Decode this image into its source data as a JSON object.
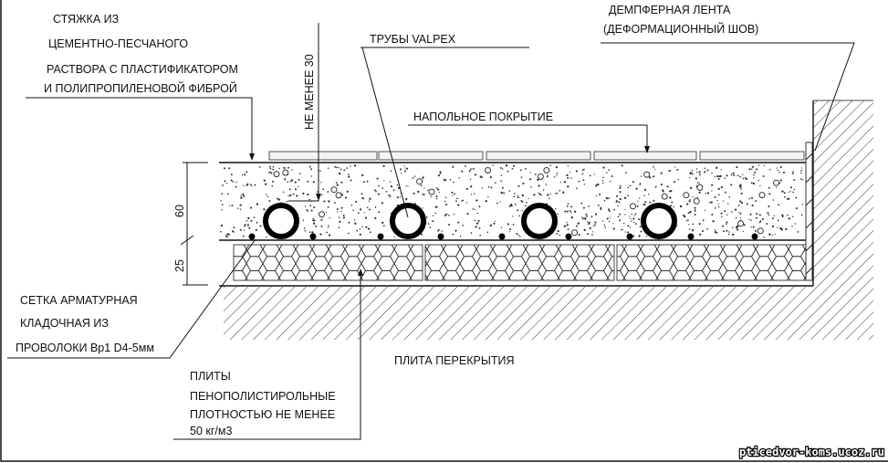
{
  "labels": {
    "screed": [
      "СТЯЖКА ИЗ",
      "ЦЕМЕНТНО-ПЕСЧАНОГО",
      "РАСТВОРА С ПЛАСТИФИКАТОРОМ",
      "И ПОЛИПРОПИЛЕНОВОЙ ФИБРОЙ"
    ],
    "min_thickness": "НЕ МЕНЕЕ 30",
    "pipes": "ТРУБЫ VALPEX",
    "damper": [
      "ДЕМПФЕРНАЯ ЛЕНТА",
      "(ДЕФОРМАЦИОННЫЙ ШОВ)"
    ],
    "flooring": "НАПОЛЬНОЕ ПОКРЫТИЕ",
    "mesh": [
      "СЕТКА АРМАТУРНАЯ",
      "КЛАДОЧНАЯ ИЗ",
      "ПРОВОЛОКИ Вр1 D4-5мм"
    ],
    "slab": "ПЛИТА ПЕРЕКРЫТИЯ",
    "foam": [
      "ПЛИТЫ",
      "ПЕНОПОЛИСТИРОЛЬНЫЕ",
      "ПЛОТНОСТЬЮ НЕ МЕНЕЕ",
      "50 кг/м3"
    ]
  },
  "dimensions": {
    "screed": "60",
    "insulation": "25"
  },
  "watermark": "pticedvor-koms.ucoz.ru"
}
